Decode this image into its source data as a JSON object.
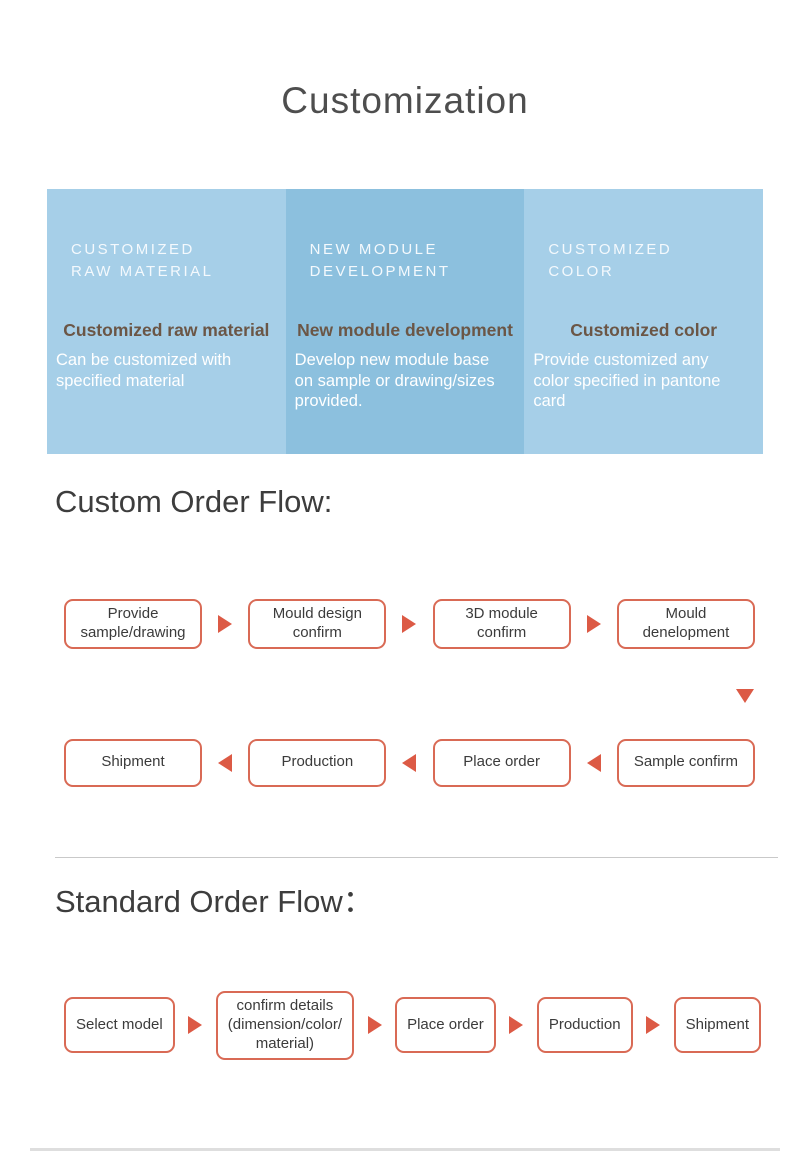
{
  "title": "Customization",
  "panels": [
    {
      "header": "CUSTOMIZED\nRAW MATERIAL",
      "name": "Customized raw material",
      "body": "Can be customized with\nspecified material"
    },
    {
      "header": "NEW MODULE\nDEVELOPMENT",
      "name": "New module development",
      "body": "Develop new module base\non sample or drawing/sizes\nprovided."
    },
    {
      "header": "CUSTOMIZED\nCOLOR",
      "name": "Customized color",
      "body": "Provide customized any\ncolor specified in pantone\ncard"
    }
  ],
  "custom_flow": {
    "heading": "Custom Order Flow:",
    "row1": [
      "Provide\nsample/drawing",
      "Mould design\nconfirm",
      "3D module\nconfirm",
      "Mould\ndenelopment"
    ],
    "row2": [
      "Shipment",
      "Production",
      "Place order",
      "Sample confirm"
    ]
  },
  "standard_flow": {
    "heading": "Standard Order Flow：",
    "steps": [
      "Select model",
      "confirm details\n(dimension/color/\nmaterial)",
      "Place order",
      "Production",
      "Shipment"
    ]
  },
  "colors": {
    "panel_side": "#a6cfe8",
    "panel_middle": "#8cc0de",
    "panel_title": "#6b5646",
    "accent": "#d96a55",
    "arrow": "#dc5a45"
  }
}
